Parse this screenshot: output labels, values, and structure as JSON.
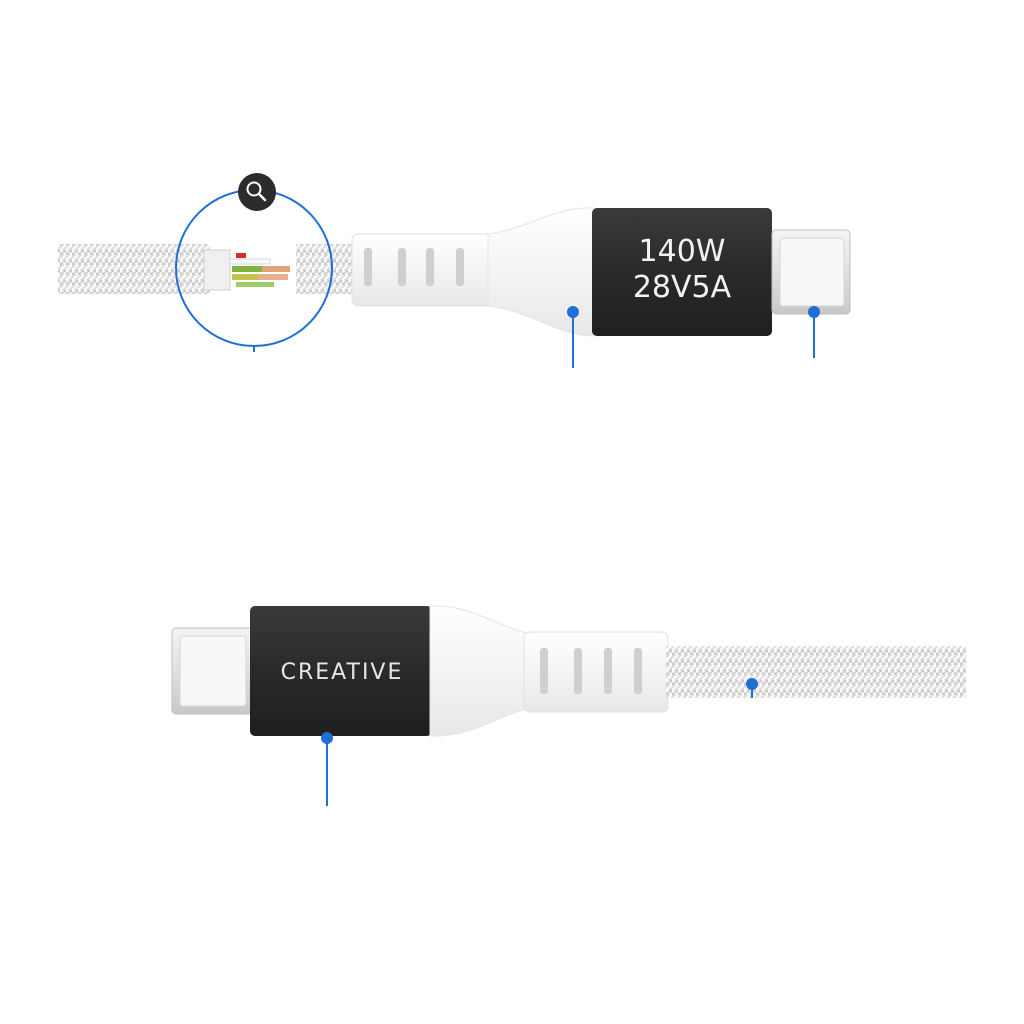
{
  "top_cable": {
    "connector_label_line1": "140W",
    "connector_label_line2": "28V5A",
    "zoom_icon": "magnifier-icon"
  },
  "bottom_cable": {
    "brand_label": "CREATIVE"
  },
  "colors": {
    "accent": "#1f6fd6",
    "connector_body": "#2b2b2d",
    "braid": "#d9d9d9",
    "plug_metal": "#e4e4e4"
  }
}
